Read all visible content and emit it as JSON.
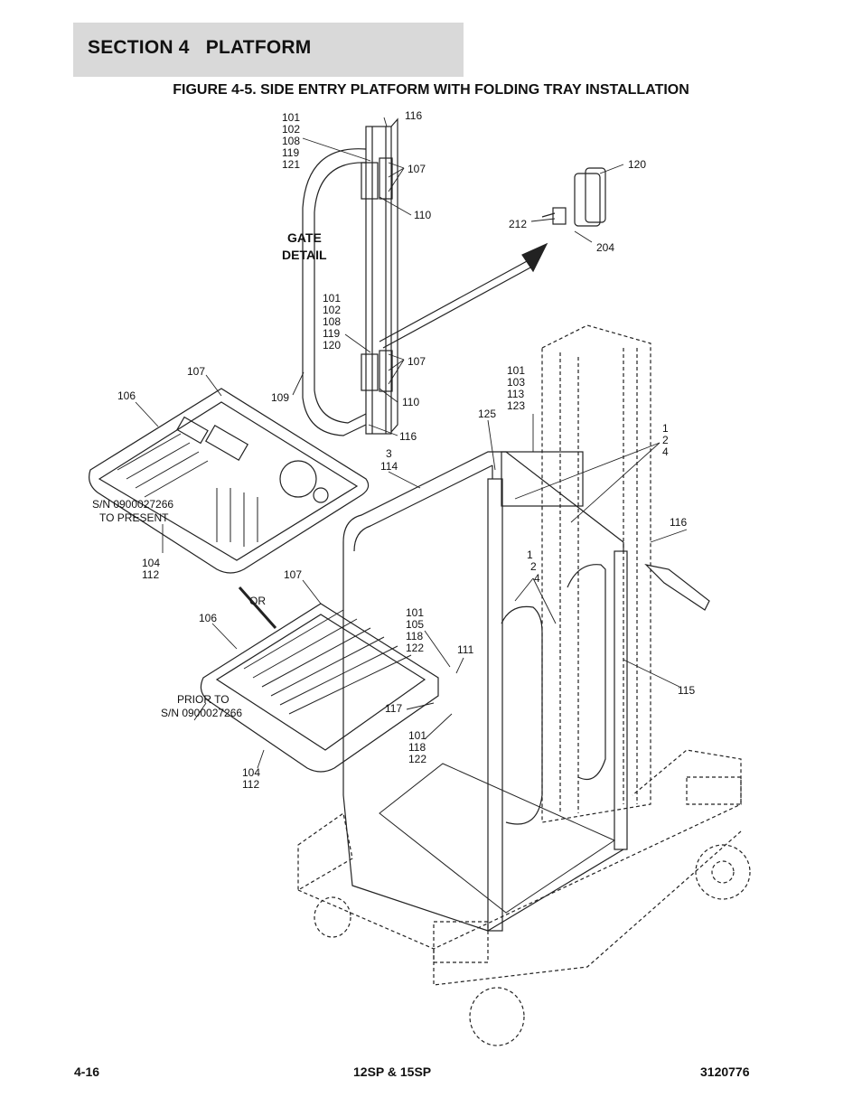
{
  "header": {
    "section": "SECTION 4   PLATFORM",
    "figure_title": "FIGURE 4-5. SIDE ENTRY PLATFORM WITH FOLDING TRAY INSTALLATION"
  },
  "callouts": {
    "gate_top_stack": "101\n102\n108\n119\n121",
    "c116_top": "116",
    "c107_top": "107",
    "c110_top": "110",
    "gate_detail": "GATE\nDETAIL",
    "c120": "120",
    "c212": "212",
    "c204": "204",
    "gate_mid_stack": "101\n102\n108\n119\n120",
    "c107_mid": "107",
    "c110_mid": "110",
    "c116_mid": "116",
    "c109": "109",
    "c107_tray": "107",
    "c106_tray": "106",
    "sn_new": "S/N 0900027266\nTO PRESENT",
    "c104_112_a": "104\n112",
    "or": "OR",
    "c107_tray2": "107",
    "c106_tray2": "106",
    "sn_old": "PRIOR TO\nS/N 0900027266",
    "c104_112_b": "104\n112",
    "c3_114": "3\n114",
    "c125": "125",
    "stack_101_103": "101\n103\n113\n123",
    "c1_2_4_a": "1\n2\n4",
    "c116_right": "116",
    "c1_2_4_b": "1\n2\n4",
    "stack_101_105": "101\n105\n118\n122",
    "c111": "111",
    "c117": "117",
    "stack_101_118": "101\n118\n122",
    "c115": "115"
  },
  "footer": {
    "page": "4-16",
    "model": "12SP & 15SP",
    "doc_number": "3120776"
  }
}
